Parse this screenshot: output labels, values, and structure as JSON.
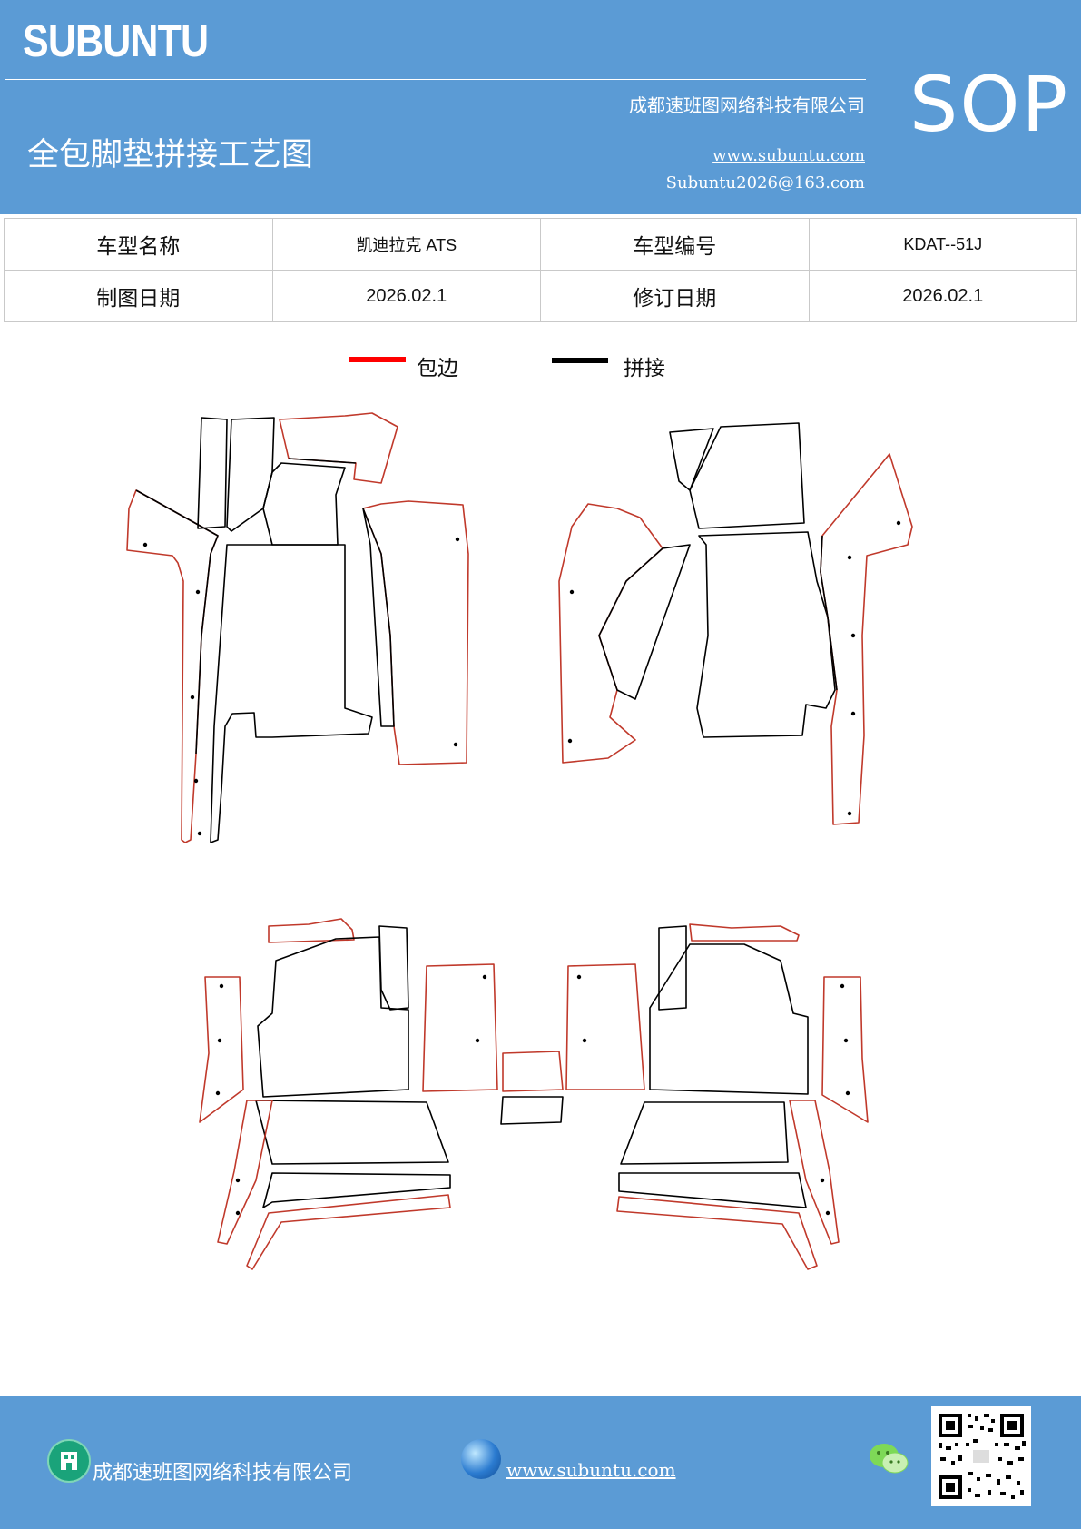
{
  "header": {
    "brand": "SUBUNTU",
    "company": "成都速班图网络科技有限公司",
    "title": "全包脚垫拼接工艺图",
    "website": "www.subuntu.com",
    "email": "Subuntu2026@163.com",
    "badge": "SOP"
  },
  "info_table": {
    "model_name_label": "车型名称",
    "model_name": "凯迪拉克 ATS",
    "model_code_label": "车型编号",
    "model_code": "KDAT--51J",
    "draw_date_label": "制图日期",
    "draw_date": "2026.02.1",
    "revise_date_label": "修订日期",
    "revise_date": "2026.02.1"
  },
  "legend": {
    "edge_label": "包边",
    "edge_color": "#ff0000",
    "splice_label": "拼接",
    "splice_color": "#000000"
  },
  "footer": {
    "company": "成都速班图网络科技有限公司",
    "website": "www.subuntu.com"
  },
  "icons": [
    "building-icon",
    "globe-icon",
    "wechat-icon",
    "qr-code"
  ],
  "colors": {
    "header_bg": "#5b9bd5",
    "edge": "#ff0000",
    "splice": "#000000"
  }
}
